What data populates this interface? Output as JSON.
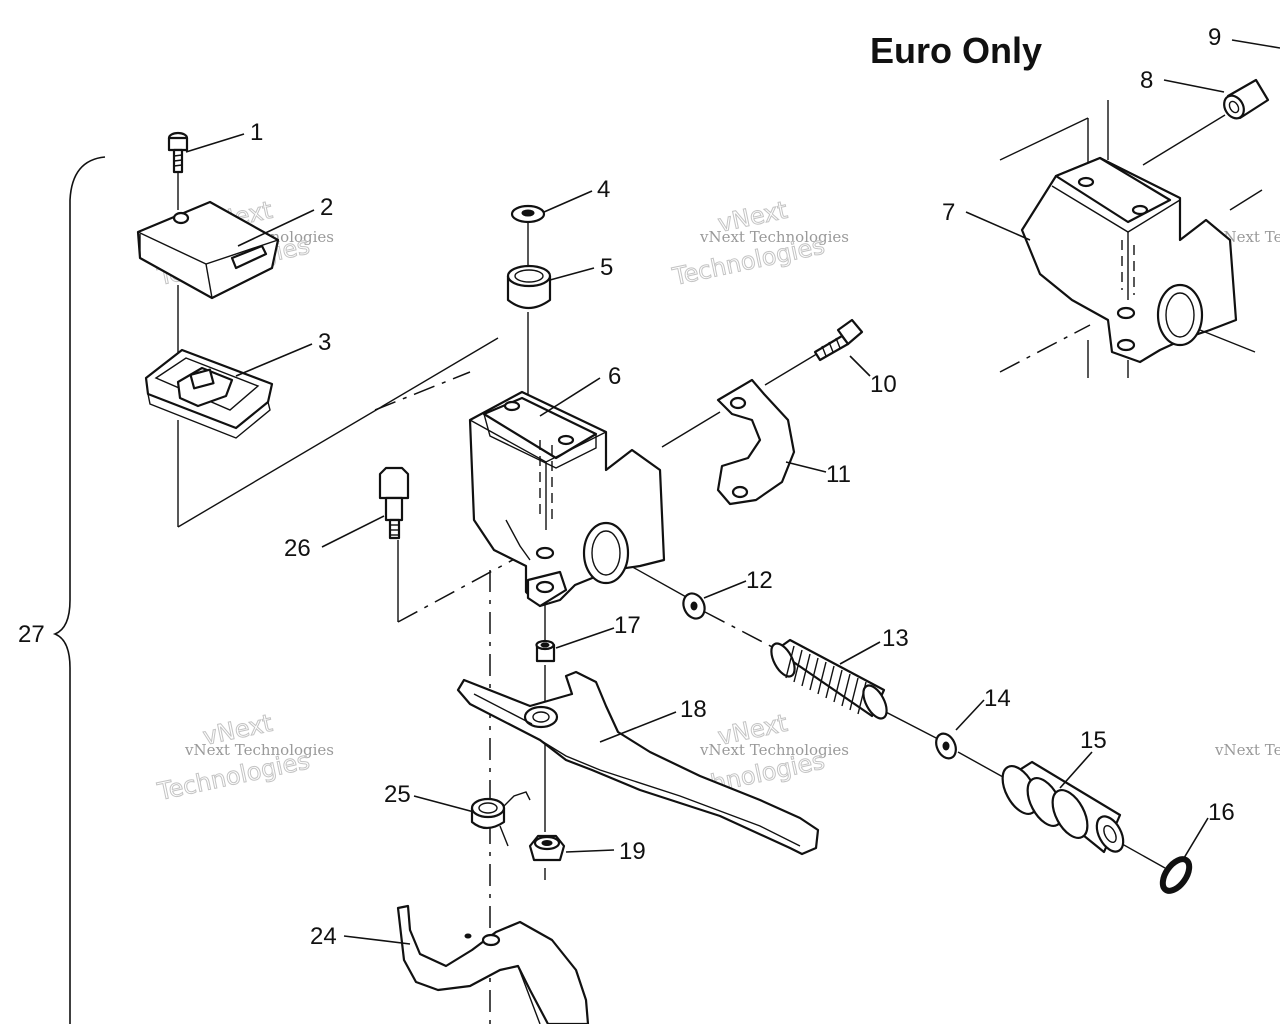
{
  "diagram": {
    "title": "Euro Only",
    "watermark": {
      "line1": "vNext Technologies",
      "line2": "vNext",
      "line3": "Technologies"
    },
    "callouts": [
      "1",
      "2",
      "3",
      "4",
      "5",
      "6",
      "7",
      "8",
      "9",
      "10",
      "11",
      "12",
      "13",
      "14",
      "15",
      "16",
      "17",
      "18",
      "19",
      "24",
      "25",
      "26",
      "27"
    ],
    "colors": {
      "ink": "#111111",
      "paper": "#ffffff",
      "watermark": "#b0b0b0"
    }
  }
}
